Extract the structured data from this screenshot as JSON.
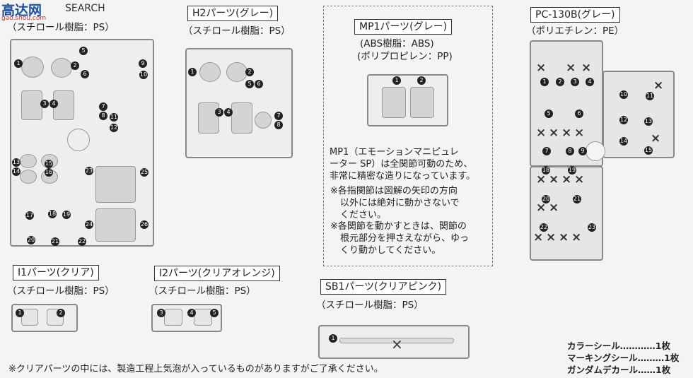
{
  "watermark": {
    "brand": "高达网",
    "sub": "gao.shou.com",
    "search_frag": "SEARCH"
  },
  "h1": {
    "material": "（スチロール樹脂：PS）"
  },
  "h2": {
    "label": "H2パーツ(グレー)",
    "material": "（スチロール樹脂：PS）"
  },
  "mp1": {
    "label": "MP1パーツ(グレー)",
    "material1": "(ABS樹脂：ABS)",
    "material2": "(ポリプロピレン：PP)",
    "desc": [
      "MP1（エモーションマニピュレ",
      "ーター SP）は全関節可動のため、",
      "非常に精密な造りになっています。"
    ],
    "note1": [
      "※各指関節は図解の矢印の方向",
      "以外には絶対に動かさないで",
      "ください。"
    ],
    "note2": [
      "※各関節を動かすときは、関節の",
      "根元部分を押さえながら、ゆっ",
      "くり動かしてください。"
    ]
  },
  "pc": {
    "label": "PC-130B(グレー)",
    "material": "（ポリエチレン：PE）"
  },
  "i1": {
    "label": "I1パーツ(クリア)",
    "material": "（スチロール樹脂：PS）"
  },
  "i2": {
    "label": "I2パーツ(クリアオレンジ)",
    "material": "（スチロール樹脂：PS）"
  },
  "sb1": {
    "label": "SB1パーツ(クリアピンク)",
    "material": "（スチロール樹脂：PS）"
  },
  "footnote": "※クリアパーツの中には、製造工程上気泡が入っているものがありますがご了承ください。",
  "seals": [
    {
      "name": "カラーシール",
      "dots": "…………",
      "count": "1枚"
    },
    {
      "name": "マーキングシール",
      "dots": "………",
      "count": "1枚"
    },
    {
      "name": "ガンダムデカール",
      "dots": "……",
      "count": "1枚"
    }
  ],
  "nums": {
    "n1": "1",
    "n2": "2",
    "n3": "3",
    "n4": "4",
    "n5": "5",
    "n6": "6",
    "n7": "7",
    "n8": "8",
    "n9": "9",
    "n10": "10",
    "n11": "11",
    "n12": "12",
    "n13": "13",
    "n14": "14",
    "n15": "15",
    "n16": "16",
    "n17": "17",
    "n18": "18",
    "n19": "19",
    "n20": "20",
    "n21": "21",
    "n22": "22",
    "n23": "23",
    "n24": "24",
    "n25": "25",
    "n26": "26",
    "x": "×"
  }
}
